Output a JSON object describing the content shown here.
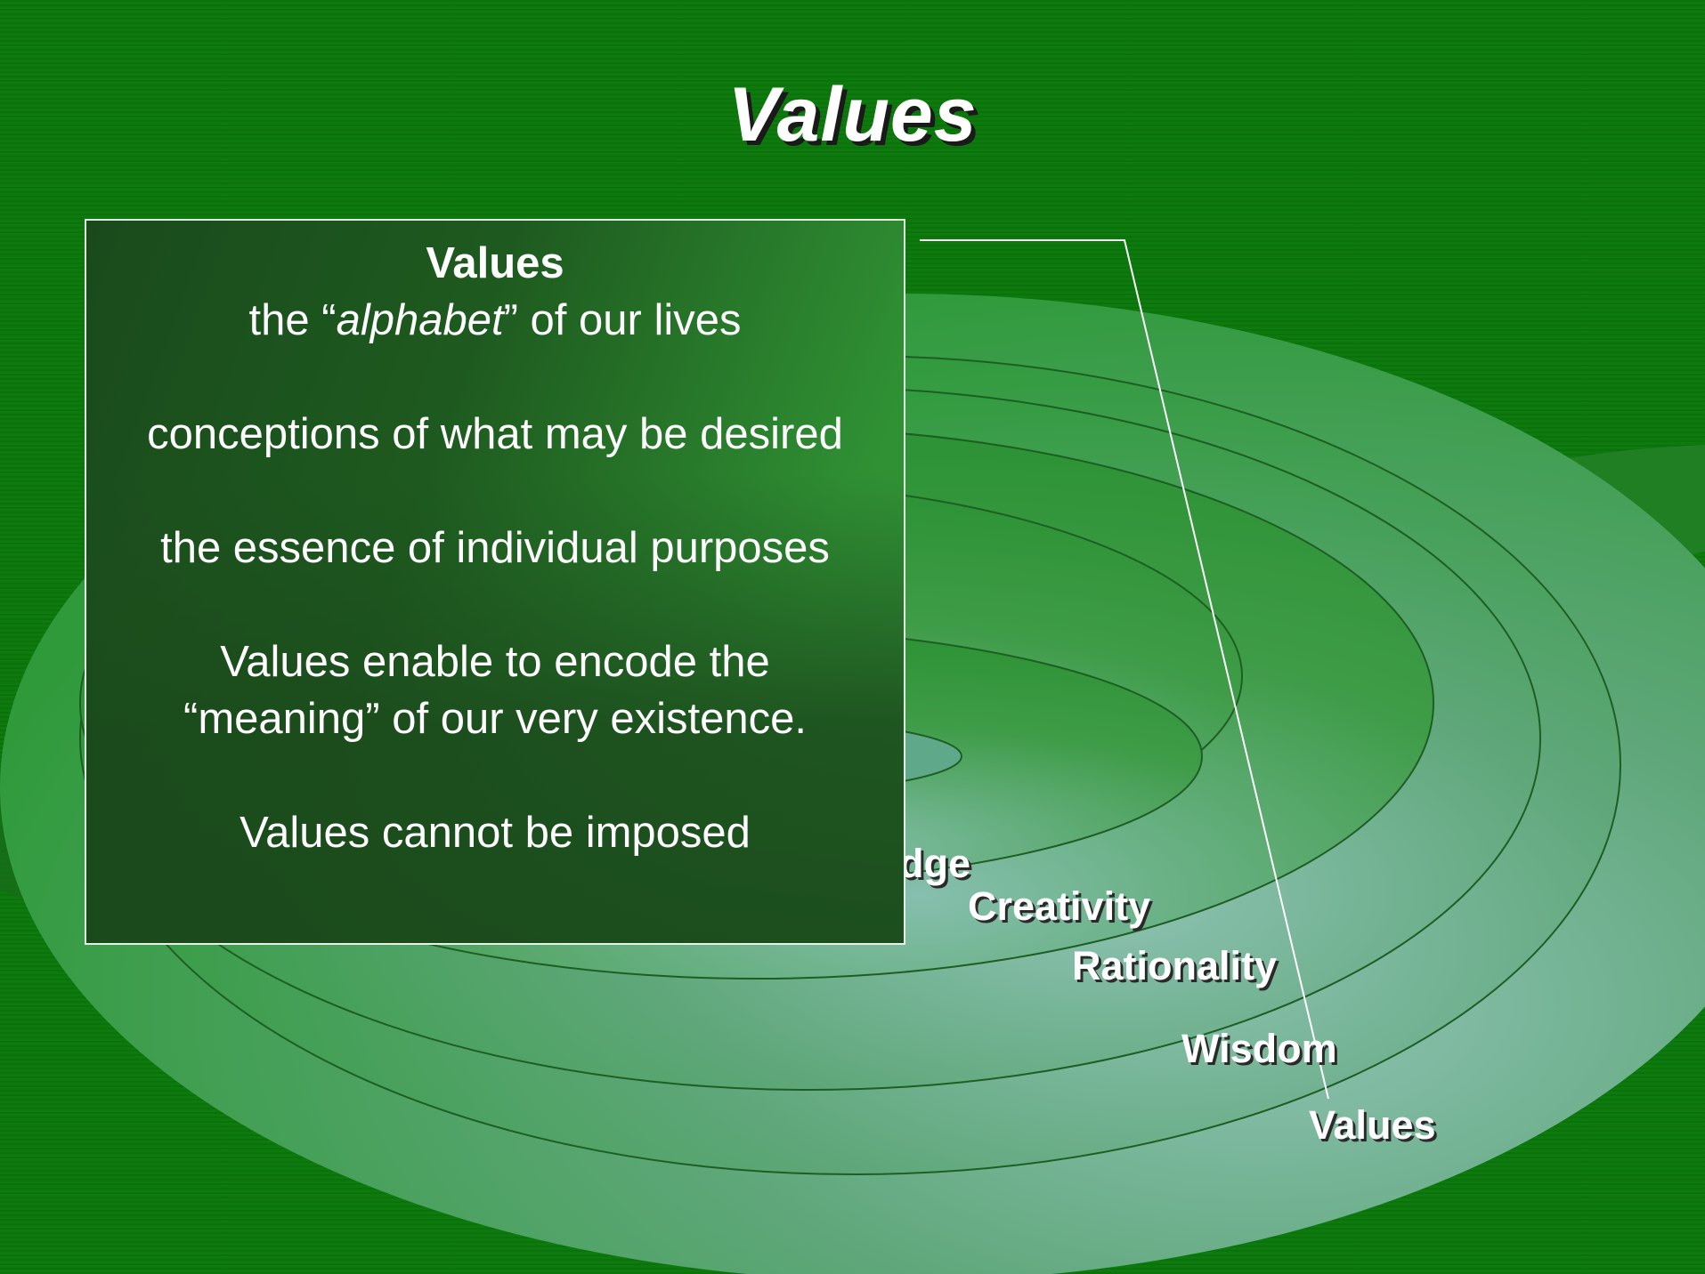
{
  "slide": {
    "title": "Values"
  },
  "rings": [
    {
      "label": "edge"
    },
    {
      "label": "Creativity"
    },
    {
      "label": "Rationality"
    },
    {
      "label": "Wisdom"
    },
    {
      "label": "Values"
    }
  ],
  "textbox": {
    "heading": "Values",
    "line1_pre": "the “",
    "line1_italic": "alphabet",
    "line1_post": "” of our lives",
    "line2": "conceptions of what may be desired",
    "line3": "the essence of individual purposes",
    "line4a": "Values enable to encode the",
    "line4b": "“meaning” of our very existence.",
    "line5": "Values cannot be imposed"
  },
  "colors": {
    "background": "#0d7a0d",
    "rings_light": "#7fb8a8",
    "rings_mid": "#3a9a42",
    "text": "#ffffff"
  }
}
